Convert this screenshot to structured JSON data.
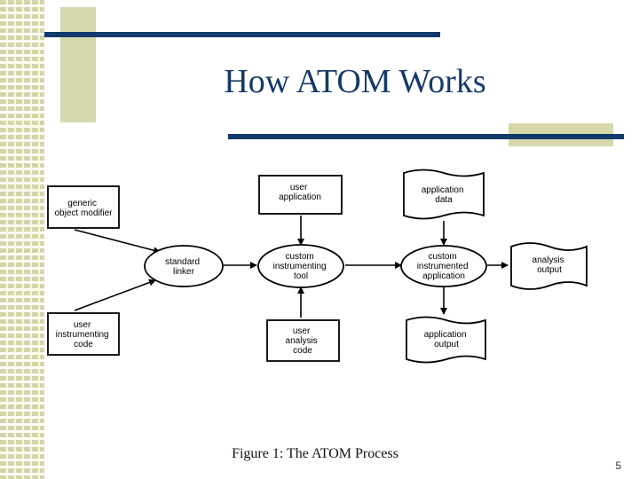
{
  "slide": {
    "title": "How ATOM Works",
    "page_number": "5"
  },
  "figure": {
    "caption": "Figure 1: The ATOM Process",
    "nodes": {
      "generic_object_modifier": [
        "generic",
        "object modifier"
      ],
      "user_instrumenting_code": [
        "user",
        "instrumenting",
        "code"
      ],
      "standard_linker": [
        "standard",
        "linker"
      ],
      "user_application": [
        "user",
        "application"
      ],
      "custom_instrumenting_tool": [
        "custom",
        "instrumenting",
        "tool"
      ],
      "user_analysis_code": [
        "user",
        "analysis",
        "code"
      ],
      "application_data": [
        "application",
        "data"
      ],
      "custom_instrumented_application": [
        "custom",
        "instrumented",
        "application"
      ],
      "application_output": [
        "application",
        "output"
      ],
      "analysis_output": [
        "analysis",
        "output"
      ]
    }
  },
  "colors": {
    "title": "#163a66",
    "bar": "#123a6b",
    "accent_block": "#d6d8ac"
  }
}
